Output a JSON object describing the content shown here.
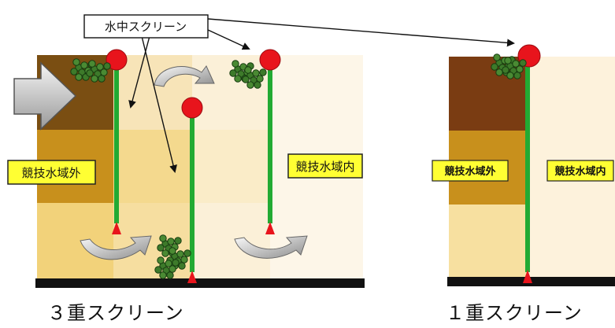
{
  "callout": {
    "label": "水中スクリーン"
  },
  "left_panel": {
    "outside_label": "競技水域外",
    "inside_label": "競技水域内",
    "caption": "３重スクリーン"
  },
  "right_panel": {
    "outside_label": "競技水域外",
    "inside_label": "競技水域内",
    "caption": "１重スクリーン"
  },
  "colors": {
    "screen_pole": "#22aa33",
    "float": "#e8141c",
    "anchor": "#e8141c",
    "label_box": "#ffff33",
    "ground": "#111111",
    "algae": "#3d7a2a"
  },
  "icons": [
    "algae-cluster-icon",
    "flow-arrow-icon",
    "curved-arrow-icon",
    "float-icon",
    "anchor-icon"
  ]
}
